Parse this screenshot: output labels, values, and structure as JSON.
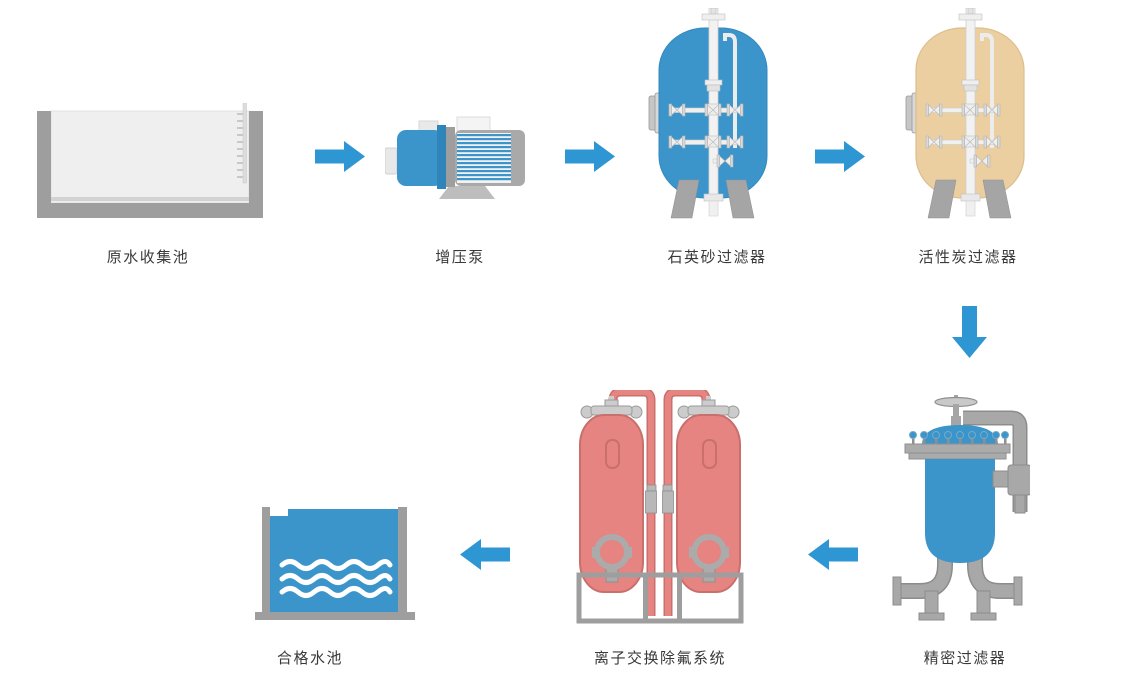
{
  "diagram": {
    "background": "#ffffff",
    "stages": [
      {
        "label": "原水收集池",
        "icon": "raw-water-pool-icon"
      },
      {
        "label": "增压泵",
        "icon": "booster-pump-icon"
      },
      {
        "label": "石英砂过滤器",
        "icon": "quartz-sand-filter-icon"
      },
      {
        "label": "活性炭过滤器",
        "icon": "activated-carbon-filter-icon"
      },
      {
        "label": "精密过滤器",
        "icon": "precision-filter-icon"
      },
      {
        "label": "离子交换除氟系统",
        "icon": "ion-exchange-system-icon"
      },
      {
        "label": "合格水池",
        "icon": "qualified-water-pool-icon"
      }
    ],
    "arrows": [
      {
        "direction": "right"
      },
      {
        "direction": "right"
      },
      {
        "direction": "right"
      },
      {
        "direction": "down"
      },
      {
        "direction": "left"
      },
      {
        "direction": "left"
      }
    ],
    "colors": {
      "flow_arrow": "#2E96D3",
      "tank_blue": "#3B95CA",
      "carbon_tank_tan": "#ECCFA0",
      "ion_vessel_red": "#E58481",
      "ion_vessel_outline": "#C96F6C",
      "structure_gray": "#9E9E9E",
      "pipe_gray": "#A8A8A8",
      "white_pipe": "#F2F2F2",
      "label_text": "#3A3A3A"
    }
  }
}
